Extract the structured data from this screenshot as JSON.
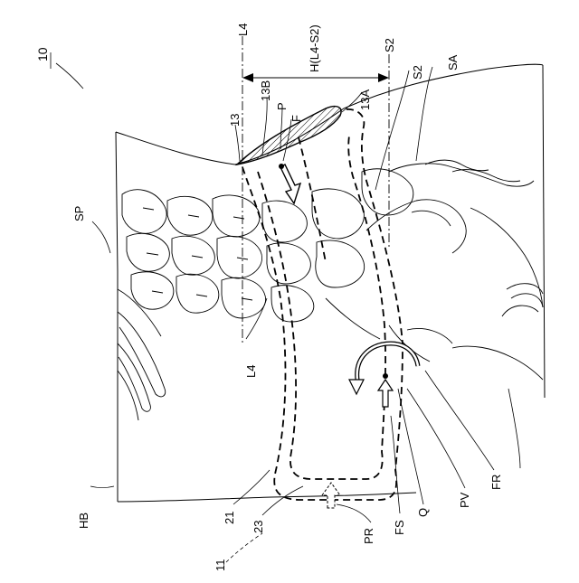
{
  "figure_number": "10",
  "labels": {
    "l4_line": "L4",
    "s2_line": "S2",
    "dimension": "H(L4-S2)",
    "spine": "SP",
    "sacrum": "SA",
    "s2_vertebra": "S2",
    "l4_vertebra": "L4",
    "part_13": "13",
    "part_13a": "13A",
    "part_13b": "13B",
    "point_p": "P",
    "force_f": "F",
    "hip_body": "HB",
    "pressure_pr": "PR",
    "fs": "FS",
    "q": "Q",
    "pv": "PV",
    "fr": "FR",
    "part_21": "21",
    "part_23": "23",
    "part_11": "11"
  }
}
